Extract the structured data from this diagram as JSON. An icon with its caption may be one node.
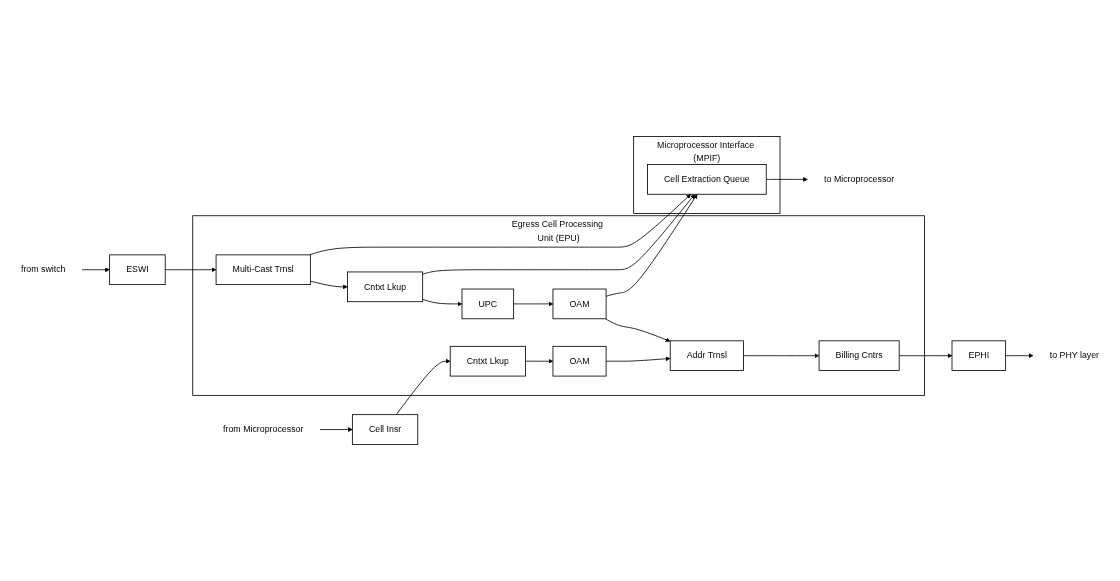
{
  "diagram": {
    "nodes": [
      {
        "text": [
          "Egress Cell Processing Unit (EPU)"
        ]
      },
      {
        "text": [
          "Microprocessor Interface (MPIF)"
        ]
      },
      {
        "text": [
          "from Microprocessor"
        ]
      },
      {
        "text": [
          "Cell Insr"
        ]
      },
      {
        "text": [
          "Cntxt Lkup"
        ],
        "in": 0
      },
      {
        "text": [
          "OAM"
        ],
        "in": 0
      },
      {
        "text": [
          "from switch"
        ]
      },
      {
        "text": [
          "ESWI"
        ]
      },
      {
        "text": [
          "Multi-Cast Trnsl"
        ],
        "in": 0
      },
      {
        "text": [
          "Cntxt Lkup"
        ],
        "in": 0
      },
      {
        "text": [
          "UPC"
        ],
        "in": 0
      },
      {
        "text": [
          "OAM"
        ],
        "in": 0
      },
      {
        "text": [
          "Addr Trnsl"
        ],
        "in": 0
      },
      {
        "text": [
          "Billing Cntrs"
        ],
        "in": 0
      },
      {
        "text": [
          "EPHI"
        ]
      },
      {
        "text": [
          "to PHY layer"
        ]
      },
      {
        "text": [
          "Cell Extraction Queue"
        ],
        "in": 1
      },
      {
        "text": [
          "to Microprocessor"
        ]
      }
    ],
    "edges": [
      {
        "from": 2,
        "to": 3,
        "arrow": "to"
      },
      {
        "from": 3,
        "to": 4,
        "arrow": "to"
      },
      {
        "from": 4,
        "to": 5,
        "arrow": "to"
      },
      {
        "from": 5,
        "to": 12,
        "arrow": "to"
      },
      {
        "from": 6,
        "to": 7,
        "arrow": "to"
      },
      {
        "from": 7,
        "to": 8,
        "arrow": "to"
      },
      {
        "from": 8,
        "to": 9,
        "arrow": "to"
      },
      {
        "from": 9,
        "to": 10,
        "arrow": "to"
      },
      {
        "from": 10,
        "to": 11,
        "arrow": "to"
      },
      {
        "from": 11,
        "to": 12,
        "arrow": "to"
      },
      {
        "from": 12,
        "to": 13,
        "arrow": "to"
      },
      {
        "from": 13,
        "to": 14,
        "arrow": "to"
      },
      {
        "from": 14,
        "to": 15,
        "arrow": "to"
      },
      {
        "from": 8,
        "to": 16,
        "arrow": "to"
      },
      {
        "from": 9,
        "to": 16,
        "arrow": "to"
      },
      {
        "from": 11,
        "to": 16,
        "arrow": "to"
      },
      {
        "from": 16,
        "to": 17,
        "arrow": "to"
      }
    ]
  }
}
